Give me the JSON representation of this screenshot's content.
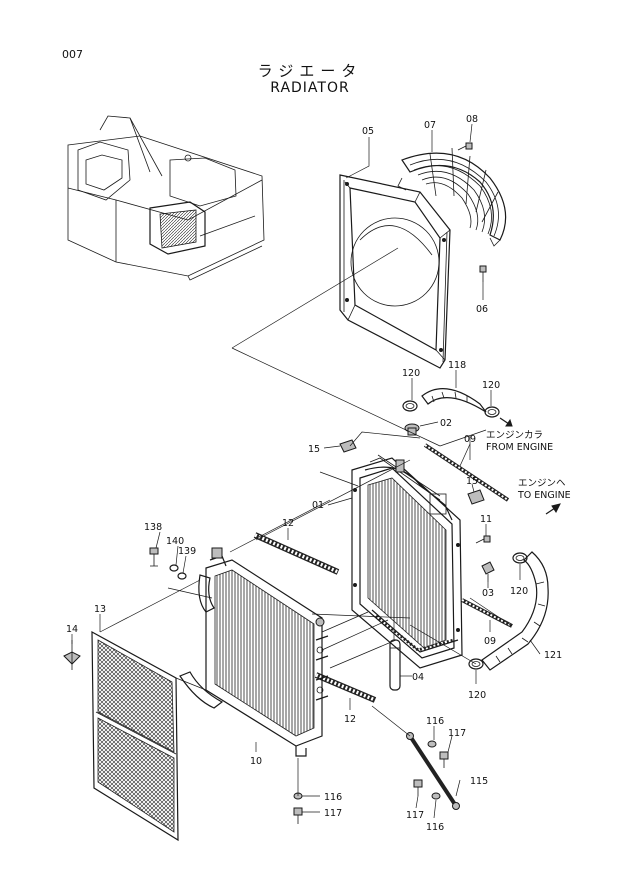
{
  "page": {
    "number": "007",
    "title_jp": "ラジエータ",
    "title_en": "RADIATOR"
  },
  "callouts": [
    {
      "id": "c-05",
      "label": "05"
    },
    {
      "id": "c-07",
      "label": "07"
    },
    {
      "id": "c-08",
      "label": "08"
    },
    {
      "id": "c-06",
      "label": "06"
    },
    {
      "id": "c-120a",
      "label": "120"
    },
    {
      "id": "c-118",
      "label": "118"
    },
    {
      "id": "c-120b",
      "label": "120"
    },
    {
      "id": "c-02",
      "label": "02"
    },
    {
      "id": "c-15a",
      "label": "15"
    },
    {
      "id": "c-09a",
      "label": "09"
    },
    {
      "id": "c-15b",
      "label": "15"
    },
    {
      "id": "c-01",
      "label": "01"
    },
    {
      "id": "c-12a",
      "label": "12"
    },
    {
      "id": "c-11",
      "label": "11"
    },
    {
      "id": "c-138",
      "label": "138"
    },
    {
      "id": "c-140",
      "label": "140"
    },
    {
      "id": "c-139",
      "label": "139"
    },
    {
      "id": "c-03",
      "label": "03"
    },
    {
      "id": "c-120c",
      "label": "120"
    },
    {
      "id": "c-13",
      "label": "13"
    },
    {
      "id": "c-14",
      "label": "14"
    },
    {
      "id": "c-09b",
      "label": "09"
    },
    {
      "id": "c-121",
      "label": "121"
    },
    {
      "id": "c-04",
      "label": "04"
    },
    {
      "id": "c-120d",
      "label": "120"
    },
    {
      "id": "c-12b",
      "label": "12"
    },
    {
      "id": "c-116a",
      "label": "116"
    },
    {
      "id": "c-117a",
      "label": "117"
    },
    {
      "id": "c-10",
      "label": "10"
    },
    {
      "id": "c-115",
      "label": "115"
    },
    {
      "id": "c-116b",
      "label": "116"
    },
    {
      "id": "c-117b",
      "label": "117"
    },
    {
      "id": "c-117c",
      "label": "117"
    },
    {
      "id": "c-116c",
      "label": "116"
    }
  ],
  "notes": {
    "from_engine_jp": "エンジンカラ",
    "from_engine_en": "FROM ENGINE",
    "to_engine_jp": "エンジンヘ",
    "to_engine_en": "TO ENGINE"
  }
}
